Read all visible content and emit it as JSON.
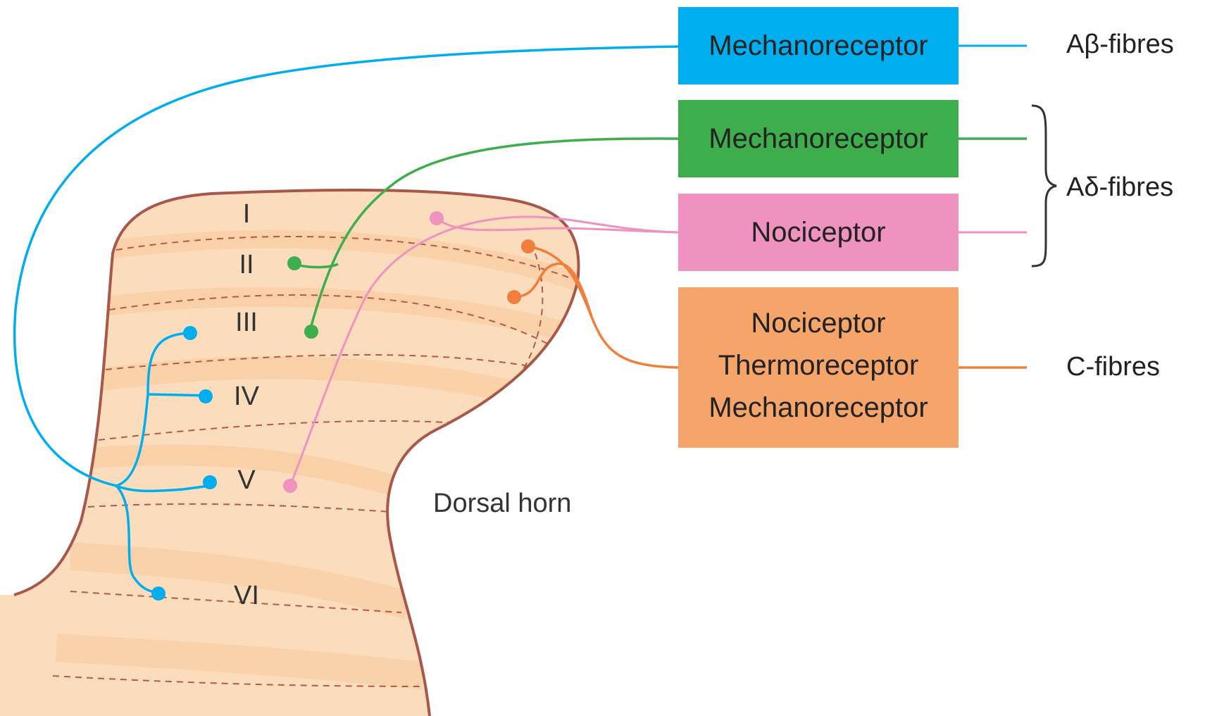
{
  "colors": {
    "abeta": "#00AEEF",
    "adelta_mech": "#3DAE4B",
    "adelta_noci": "#EF92C0",
    "cfibre": "#F5A46A",
    "cfibre_line": "#F07F3C",
    "horn_fill": "#FBD8B4",
    "horn_edge": "#A9574A"
  },
  "boxes": {
    "abeta_mech": "Mechanoreceptor",
    "adelta_mech": "Mechanoreceptor",
    "adelta_noci": "Nociceptor",
    "c_line1": "Nociceptor",
    "c_line2": "Thermoreceptor",
    "c_line3": "Mechanoreceptor"
  },
  "fibres": {
    "abeta": "Aβ-fibres",
    "adelta": "Aδ-fibres",
    "c": "C-fibres"
  },
  "laminae": [
    "I",
    "II",
    "III",
    "IV",
    "V",
    "VI"
  ],
  "region_label": "Dorsal horn"
}
